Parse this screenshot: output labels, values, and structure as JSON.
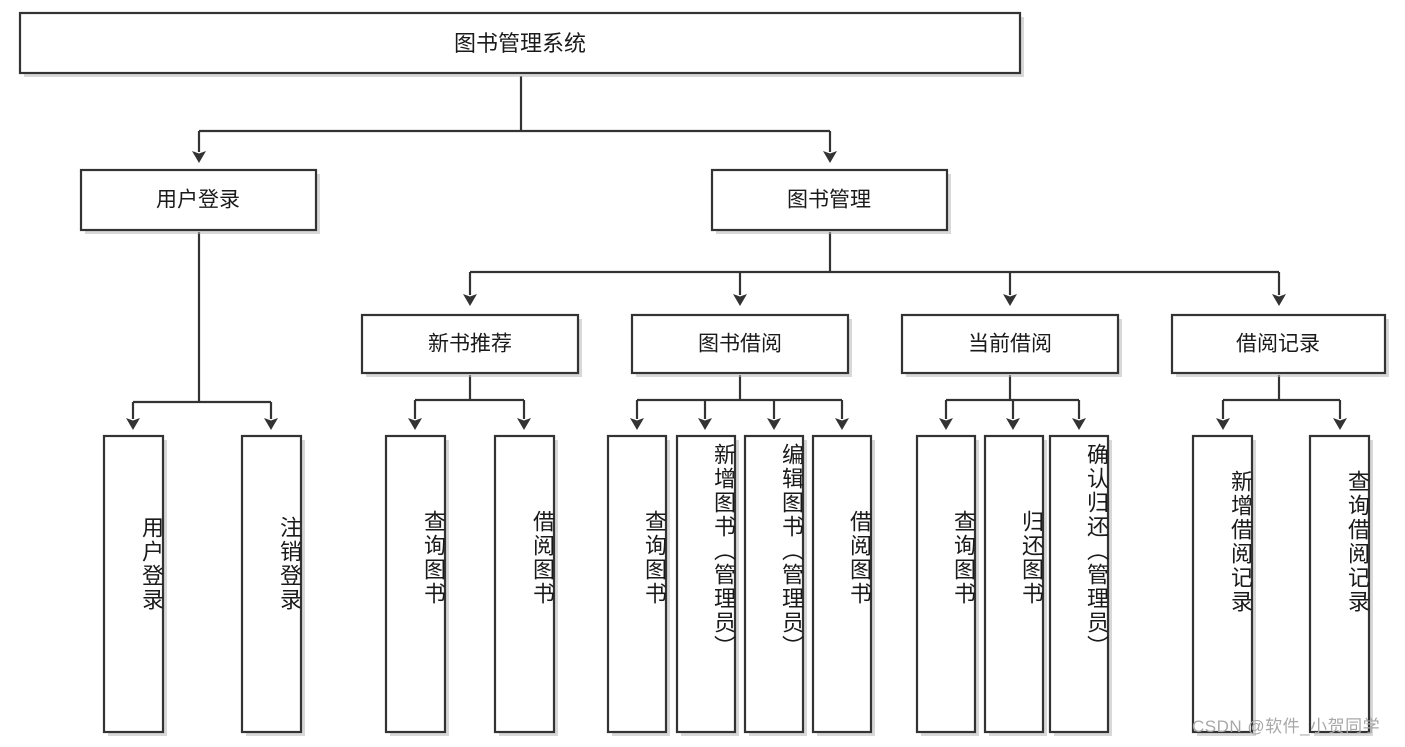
{
  "diagram": {
    "type": "tree",
    "title": "图书管理系统",
    "orientation": "top-down",
    "colors": {
      "box_fill": "#ffffff",
      "box_stroke": "#333333",
      "shadow": "#b8b8b8",
      "text": "#1a1a1a",
      "watermark": "#a8a8a8",
      "background": "#ffffff"
    },
    "root": {
      "label": "图书管理系统"
    },
    "level2": [
      {
        "label": "用户登录"
      },
      {
        "label": "图书管理"
      }
    ],
    "level3": [
      {
        "label": "新书推荐"
      },
      {
        "label": "图书借阅"
      },
      {
        "label": "当前借阅"
      },
      {
        "label": "借阅记录"
      }
    ],
    "leaves": {
      "user_login": [
        {
          "label": "用户登录"
        },
        {
          "label": "注销登录"
        }
      ],
      "new_book_recommend": [
        {
          "label": "查询图书"
        },
        {
          "label": "借阅图书"
        }
      ],
      "book_borrow": [
        {
          "label": "查询图书"
        },
        {
          "label": "新增图书（管理员）"
        },
        {
          "label": "编辑图书（管理员）"
        },
        {
          "label": "借阅图书"
        }
      ],
      "current_borrow": [
        {
          "label": "查询图书"
        },
        {
          "label": "归还图书"
        },
        {
          "label": "确认归还（管理员）"
        }
      ],
      "borrow_record": [
        {
          "label": "新增借阅记录"
        },
        {
          "label": "查询借阅记录"
        }
      ]
    }
  },
  "watermark": {
    "text": "CSDN @软件_小贺同学"
  }
}
